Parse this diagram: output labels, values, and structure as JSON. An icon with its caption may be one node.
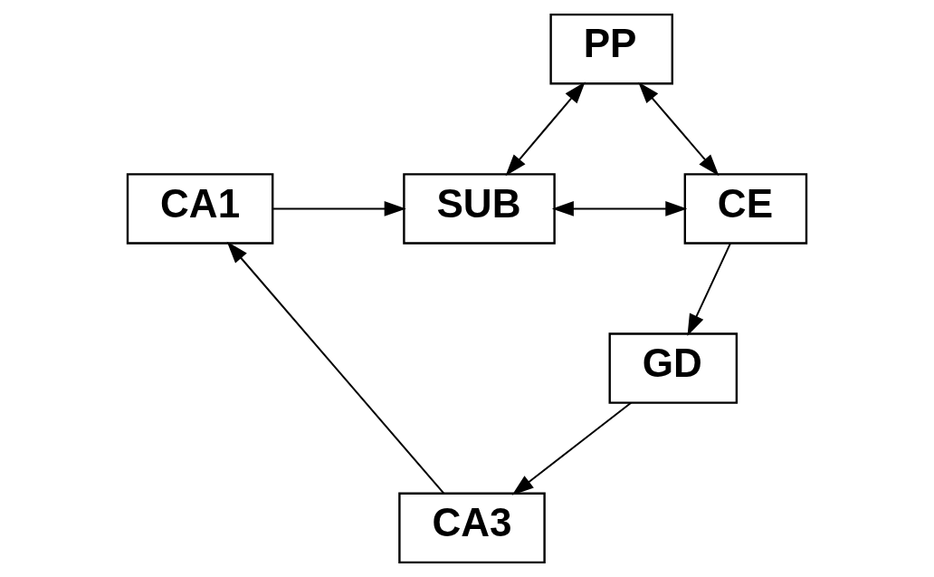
{
  "diagram": {
    "nodes": [
      {
        "text": [
          "PP"
        ]
      },
      {
        "text": [
          "CA1"
        ]
      },
      {
        "text": [
          "SUB"
        ]
      },
      {
        "text": [
          "CE"
        ]
      },
      {
        "text": [
          "CA3"
        ]
      },
      {
        "text": [
          "GD"
        ]
      }
    ],
    "edges": [
      {
        "from": 2,
        "to": 0,
        "arrow": "both"
      },
      {
        "from": 0,
        "to": 3,
        "arrow": "both"
      },
      {
        "from": 1,
        "to": 2,
        "arrow": "to"
      },
      {
        "from": 2,
        "to": 3,
        "arrow": "both"
      },
      {
        "from": 4,
        "to": 1,
        "arrow": "to"
      },
      {
        "from": 5,
        "to": 4,
        "arrow": "to"
      },
      {
        "from": 3,
        "to": 5,
        "arrow": "to"
      }
    ]
  }
}
